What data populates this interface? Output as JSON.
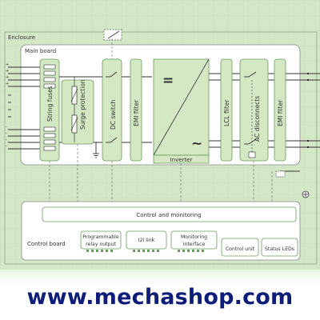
{
  "diagram": {
    "enclosure_label": "Enclosure",
    "main_board_label": "Main board",
    "blocks": {
      "string_fuses": "String fuses",
      "surge_protection": "Surge protection",
      "dc_switch": "DC switch",
      "emi_filter_dc": "EMI filter",
      "inverter": "Inverter",
      "inverter_dc_symbol": "=",
      "inverter_ac_symbol": "~",
      "lcl_filter": "LCL filter",
      "ac_disconnects": "AC disconnects",
      "emi_filter_ac": "EMI filter"
    },
    "control": {
      "control_and_monitoring": "Control and monitoring",
      "control_board": "Control board",
      "programmable_relay_line1": "Programmable",
      "programmable_relay_line2": "relay output",
      "i2i_link": "I2I link",
      "monitoring_line1": "Monitoring",
      "monitoring_line2": "interface",
      "control_unit": "Control unit",
      "status_leds": "Status LEDs"
    },
    "colors": {
      "background": "#d4e8c7",
      "board_fill": "#ffffff",
      "block_fill": "#d3e8c3",
      "block_stroke": "#6c9a5d",
      "line": "#444444",
      "footer_text": "#0f1d7a"
    },
    "footer": {
      "watermark": "www.mechashop.com"
    }
  }
}
